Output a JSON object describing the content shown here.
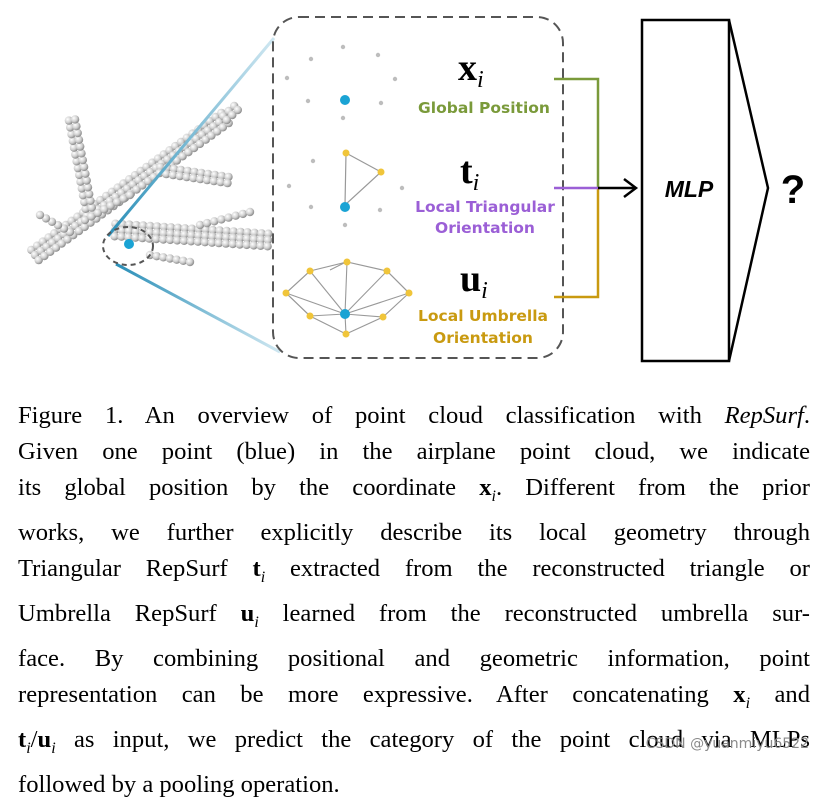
{
  "figure": {
    "x_symbol": "x",
    "t_symbol": "t",
    "u_symbol": "u",
    "subscript": "i",
    "label_global": "Global Position",
    "label_tri_1": "Local Triangular",
    "label_tri_2": "Orientation",
    "label_umb_1": "Local Umbrella",
    "label_umb_2": "Orientation",
    "mlp": "MLP",
    "question": "?",
    "colors": {
      "global": "#7a9a3a",
      "triangular": "#9b5fd6",
      "umbrella": "#c99a10",
      "blue_point": "#1aa3d4",
      "yellow_point": "#f0c53a"
    }
  },
  "caption": {
    "l1_a": "Figure 1.  An overview of point cloud classification with ",
    "l1_b": "RepSurf",
    "l1_c": ".",
    "l2": "Given one point (blue) in the airplane point cloud, we indicate",
    "l3_a": "its global position by the coordinate ",
    "l3_b": "x",
    "l3_c": "i",
    "l3_d": ".  Different from the prior",
    "l4": "works, we further explicitly describe its local geometry through",
    "l5_a": "Triangular RepSurf ",
    "l5_b": "t",
    "l5_c": "i",
    "l5_d": " extracted from the reconstructed triangle or",
    "l6_a": "Umbrella RepSurf ",
    "l6_b": "u",
    "l6_c": "i",
    "l6_d": " learned from the reconstructed umbrella sur-",
    "l7": "face.  By combining positional and geometric information, point",
    "l8_a": "representation can be more expressive. After concatenating ",
    "l8_b": "x",
    "l8_c": "i",
    "l8_d": " and",
    "l9_a": "t",
    "l9_b": "i",
    "l9_c": "/",
    "l9_d": "u",
    "l9_e": "i",
    "l9_f": " as input, we predict the category of the point cloud via MLPs",
    "l10": "followed by a pooling operation."
  },
  "watermark": "CSDN @yuanmiyu6522"
}
